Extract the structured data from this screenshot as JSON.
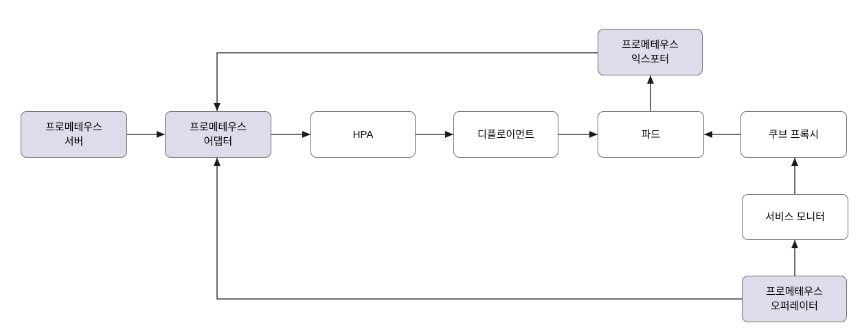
{
  "diagram": {
    "description": "Prometheus custom-metrics autoscaling architecture flowchart (Korean labels)",
    "nodes": {
      "prometheus_server": {
        "label": "프로메테우스\n서버",
        "style": "highlighted"
      },
      "prometheus_adapter": {
        "label": "프로메테우스\n어댑터",
        "style": "highlighted"
      },
      "hpa": {
        "label": "HPA",
        "style": "default"
      },
      "deployment": {
        "label": "디플로이먼트",
        "style": "default"
      },
      "pod": {
        "label": "파드",
        "style": "default"
      },
      "kube_proxy": {
        "label": "쿠브 프록시",
        "style": "default"
      },
      "prometheus_exporter": {
        "label": "프로메테우스\n익스포터",
        "style": "highlighted"
      },
      "service_monitor": {
        "label": "서비스 모니터",
        "style": "default"
      },
      "prometheus_operator": {
        "label": "프로메테우스\n오퍼레이터",
        "style": "highlighted"
      }
    },
    "edges": [
      {
        "from": "prometheus_server",
        "to": "prometheus_adapter"
      },
      {
        "from": "prometheus_adapter",
        "to": "hpa"
      },
      {
        "from": "hpa",
        "to": "deployment"
      },
      {
        "from": "deployment",
        "to": "pod"
      },
      {
        "from": "kube_proxy",
        "to": "pod"
      },
      {
        "from": "pod",
        "to": "prometheus_exporter"
      },
      {
        "from": "prometheus_exporter",
        "to": "prometheus_adapter"
      },
      {
        "from": "service_monitor",
        "to": "kube_proxy"
      },
      {
        "from": "prometheus_operator",
        "to": "service_monitor"
      },
      {
        "from": "prometheus_operator",
        "to": "prometheus_adapter"
      }
    ],
    "colors": {
      "highlight_node_fill": "#dcdcea",
      "default_node_fill": "#ffffff",
      "node_border": "#6e6e6e",
      "arrow": "#1a1a1a",
      "background": "#ffffff"
    }
  }
}
